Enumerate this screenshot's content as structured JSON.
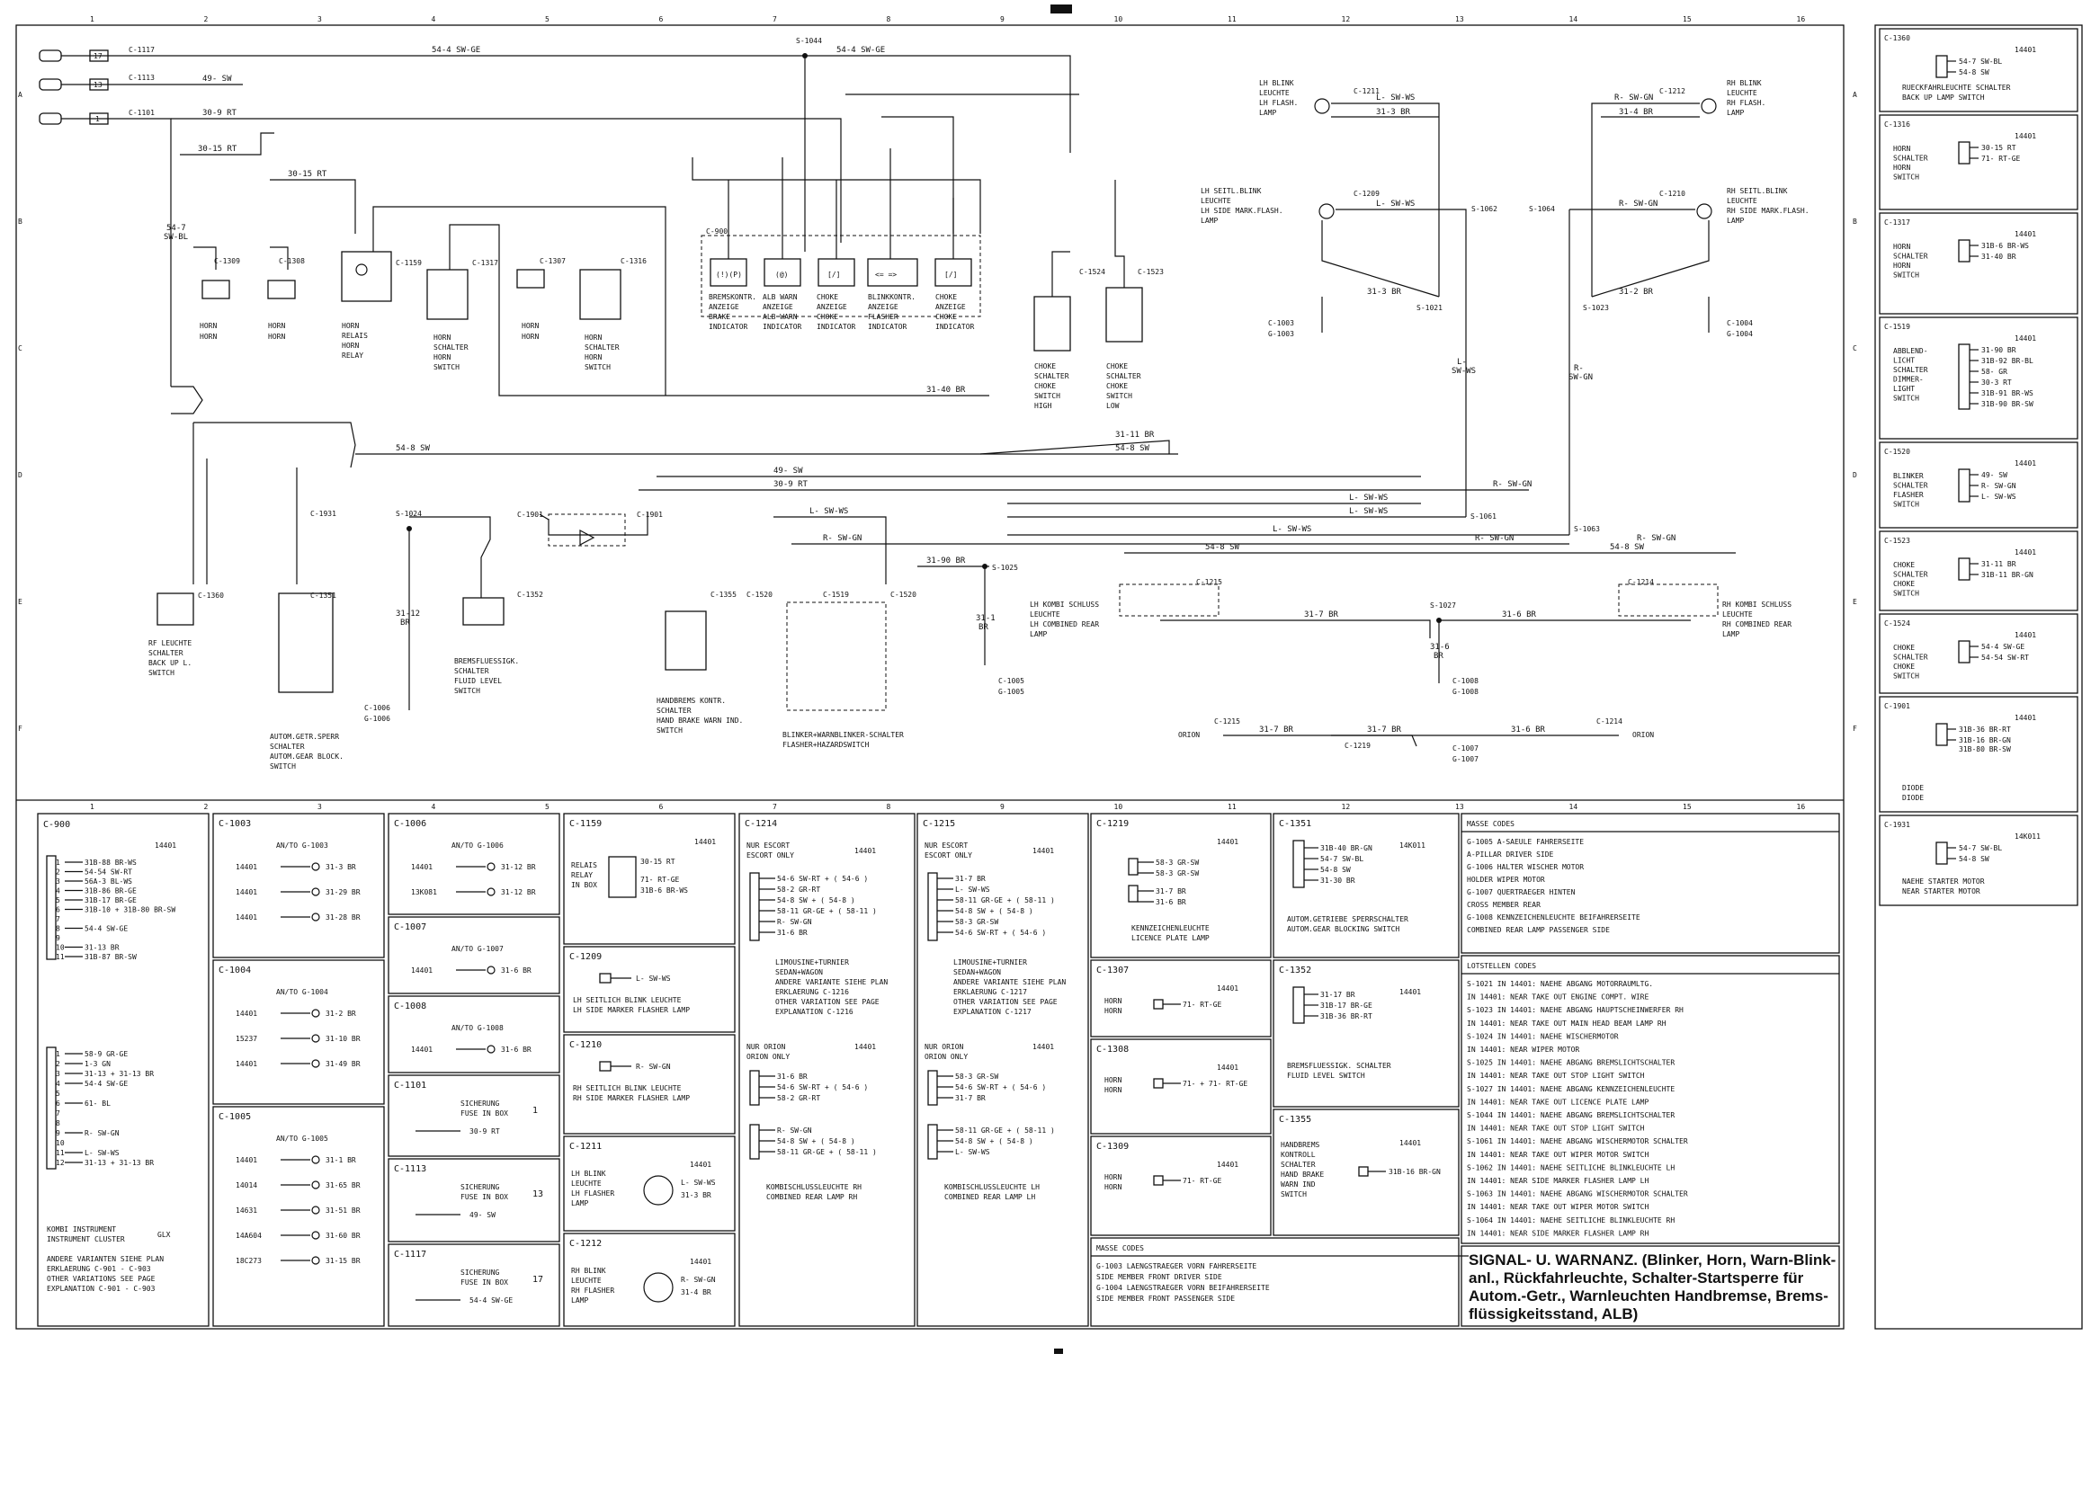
{
  "grid": {
    "cols": [
      "1",
      "2",
      "3",
      "4",
      "5",
      "6",
      "7",
      "8",
      "9",
      "10",
      "11",
      "12",
      "13",
      "14",
      "15",
      "16"
    ],
    "rows": [
      "A",
      "B",
      "C",
      "D",
      "E",
      "F"
    ]
  },
  "title_block": {
    "line1": "SIGNAL- U. WARNANZ. (Blinker, Horn, Warn-Blink-",
    "line2": "anl., Rückfahrleuchte, Schalter-Startsperre für",
    "line3": "Autom.-Getr., Warnleuchten Handbremse, Brems-",
    "line4": "flüssigkeitsstand, ALB)"
  },
  "connectors_top": [
    {
      "id": "C-1117",
      "pin": "17"
    },
    {
      "id": "C-1113",
      "pin": "13"
    },
    {
      "id": "C-1101",
      "pin": "1"
    }
  ],
  "wires_top": {
    "w1": "54-4 SW-GE",
    "w2": "49- SW",
    "w3": "30-9 RT",
    "w4": "30-15 RT",
    "w5": "30-15 RT",
    "s1044": "S-1044",
    "w6": "54-4 SW-GE"
  },
  "components": {
    "horn1": {
      "id": "C-1309",
      "label": "HORN\nHORN"
    },
    "horn2": {
      "id": "C-1308",
      "label": "HORN\nHORN"
    },
    "relay": {
      "id": "C-1159",
      "label": "HORN\nRELAIS\nHORN\nRELAY"
    },
    "horn_switch1": {
      "id": "C-1317",
      "label": "HORN\nSCHALTER\nHORN\nSWITCH"
    },
    "horn3": {
      "id": "C-1307",
      "label": "HORN\nHORN"
    },
    "horn_switch2": {
      "id": "C-1316",
      "label": "HORN\nSCHALTER\nHORN\nSWITCH"
    },
    "cluster": {
      "id": "C-900"
    },
    "choke_high": {
      "id": "C-1524",
      "label": "CHOKE\nSCHALTER\nCHOKE\nSWITCH\nHIGH"
    },
    "choke_low": {
      "id": "C-1523",
      "label": "CHOKE\nSCHALTER\nCHOKE\nSWITCH\nLOW"
    },
    "lh_blink": {
      "id": "C-1211",
      "label": "LH BLINK\nLEUCHTE\nLH FLASH.\nLAMP"
    },
    "rh_blink": {
      "id": "C-1212",
      "label": "RH BLINK\nLEUCHTE\nRH FLASH.\nLAMP"
    },
    "lh_side": {
      "id": "C-1209",
      "label": "LH SEITL.BLINK\nLEUCHTE\nLH SIDE MARK.FLASH.\nLAMP"
    },
    "rh_side": {
      "id": "C-1210",
      "label": "RH SEITL.BLINK\nLEUCHTE\nRH SIDE MARK.FLASH.\nLAMP"
    },
    "back_up": {
      "id": "C-1360",
      "label": "RF LEUCHTE\nSCHALTER\nBACK UP L.\nSWITCH"
    },
    "autom": {
      "id": "C-1351",
      "label": "AUTOM.GETR.SPERR\nSCHALTER\nAUTOM.GEAR BLOCK.\nSWITCH"
    },
    "brake_fluid": {
      "id": "C-1352",
      "label": "BREMSFLUESSIGK.\nSCHALTER\nFLUID LEVEL\nSWITCH"
    },
    "handbrake": {
      "id": "C-1355",
      "label": "HANDBREMS KONTR.\nSCHALTER\nHAND BRAKE WARN IND.\nSWITCH"
    },
    "flasher_switch": {
      "id": "C-1519",
      "label": "BLINKER+WARNBLINKER-SCHALTER\nFLASHER+HAZARDSWITCH"
    },
    "lh_rear": {
      "id": "C-1215",
      "label": "LH KOMBI SCHLUSS\nLEUCHTE\nLH COMBINED REAR\nLAMP"
    },
    "rh_rear": {
      "id": "C-1214",
      "label": "RH KOMBI SCHLUSS\nLEUCHTE\nRH COMBINED REAR\nLAMP"
    }
  },
  "indicators": [
    {
      "de": "BREMSKONTR.",
      "de2": "ANZEIGE",
      "en": "BRAKE",
      "en2": "INDICATOR"
    },
    {
      "de": "ALB WARN",
      "de2": "ANZEIGE",
      "en": "ALB WARN",
      "en2": "INDICATOR"
    },
    {
      "de": "CHOKE",
      "de2": "ANZEIGE",
      "en": "CHOKE",
      "en2": "INDICATOR"
    },
    {
      "de": "BLINKKONTR.",
      "de2": "ANZEIGE",
      "en": "FLASHER",
      "en2": "INDICATOR"
    },
    {
      "de": "CHOKE",
      "de2": "ANZEIGE",
      "en": "CHOKE",
      "en2": "INDICATOR"
    }
  ],
  "splices": [
    "S-1044",
    "S-1024",
    "S-1025",
    "S-1027",
    "S-1061",
    "S-1062",
    "S-1063",
    "S-1064",
    "S-1021",
    "S-1023"
  ],
  "grounds": {
    "g1003": "C-1003\nG-1003",
    "g1004": "C-1004\nG-1004",
    "g1006": "C-1006\nG-1006",
    "g1005": "C-1005\nG-1005",
    "g1008": "C-1008\nG-1008",
    "g1007": "C-1007\nG-1007"
  },
  "orion_line": {
    "left": "ORION",
    "right": "ORION",
    "c1215": "C-1215",
    "c1214": "C-1214",
    "c1219": "C-1219",
    "w1": "31-7 BR",
    "w2": "31-7 BR",
    "w3": "31-6 BR"
  },
  "details_bottom": {
    "c900": {
      "header": "C-900",
      "part": "14401",
      "pins": [
        "31B-88 BR-WS",
        "54-54 SW-RT",
        "56A-3 BL-WS",
        "31B-86 BR-GE",
        "31B-17 BR-GE",
        "31B-10 + 31B-80 BR-SW",
        "",
        "54-4 SW-GE",
        "",
        "31-13 BR",
        "31B-87 BR-SW"
      ],
      "pins2": [
        "58-9 GR-GE",
        "1-3 GN",
        "31-13 + 31-13 BR",
        "54-4 SW-GE",
        "",
        "61- BL",
        "",
        "",
        "R- SW-GN",
        "",
        "L- SW-WS",
        "31-13 + 31-13 BR"
      ],
      "foot1": "KOMBI INSTRUMENT",
      "foot2": "INSTRUMENT CLUSTER",
      "foot3": "GLX",
      "foot4": "ANDERE VARIANTEN SIEHE PLAN",
      "foot5": "ERKLAERUNG C-901 - C-903",
      "foot6": "OTHER VARIATIONS SEE PAGE",
      "foot7": "EXPLANATION C-901 - C-903"
    },
    "c1003": {
      "header": "C-1003",
      "sub": "AN/TO G-1003",
      "rows": [
        [
          "14401",
          "31-3 BR"
        ],
        [
          "14401",
          "31-29 BR"
        ],
        [
          "14401",
          "31-28 BR"
        ]
      ]
    },
    "c1004": {
      "header": "C-1004",
      "sub": "AN/TO G-1004",
      "rows": [
        [
          "14401",
          "31-2 BR"
        ],
        [
          "15237",
          "31-10 BR"
        ],
        [
          "14401",
          "31-49 BR"
        ]
      ]
    },
    "c1005": {
      "header": "C-1005",
      "sub": "AN/TO G-1005",
      "rows": [
        [
          "14401",
          "31-1 BR"
        ],
        [
          "14014",
          "31-65 BR"
        ],
        [
          "14631",
          "31-51 BR"
        ],
        [
          "14A604",
          "31-60 BR"
        ],
        [
          "18C273",
          "31-15 BR"
        ]
      ]
    },
    "c1006": {
      "header": "C-1006",
      "sub": "AN/TO G-1006",
      "rows": [
        [
          "14401",
          "31-12 BR"
        ],
        [
          "13K081",
          "31-12 BR"
        ]
      ]
    },
    "c1007": {
      "header": "C-1007",
      "sub": "AN/TO G-1007",
      "rows": [
        [
          "14401",
          "31-6 BR"
        ]
      ]
    },
    "c1008": {
      "header": "C-1008",
      "sub": "AN/TO G-1008",
      "rows": [
        [
          "14401",
          "31-6 BR"
        ]
      ]
    },
    "c1101": {
      "header": "C-1101",
      "l1": "SICHERUNG",
      "l2": "FUSE IN BOX",
      "num": "1",
      "w": "30-9 RT"
    },
    "c1113": {
      "header": "C-1113",
      "l1": "SICHERUNG",
      "l2": "FUSE IN BOX",
      "num": "13",
      "w": "49- SW"
    },
    "c1117": {
      "header": "C-1117",
      "l1": "SICHERUNG",
      "l2": "FUSE IN BOX",
      "num": "17",
      "w": "54-4 SW-GE"
    },
    "c1159": {
      "header": "C-1159",
      "part": "14401",
      "l": "RELAIS\nRELAY\nIN BOX",
      "w1": "30-15 RT",
      "w2": "71- RT-GE",
      "w3": "31B-6 BR-WS"
    },
    "c1209": {
      "header": "C-1209",
      "w": "L- SW-WS",
      "l1": "LH SEITLICH BLINK LEUCHTE",
      "l2": "LH SIDE MARKER FLASHER LAMP"
    },
    "c1210": {
      "header": "C-1210",
      "w": "R- SW-GN",
      "l1": "RH SEITLICH BLINK LEUCHTE",
      "l2": "RH SIDE MARKER FLASHER LAMP"
    },
    "c1211": {
      "header": "C-1211",
      "part": "14401",
      "l": "LH BLINK\nLEUCHTE\nLH FLASHER\nLAMP",
      "w1": "L- SW-WS",
      "w2": "31-3 BR"
    },
    "c1212": {
      "header": "C-1212",
      "part": "14401",
      "l": "RH BLINK\nLEUCHTE\nRH FLASHER\nLAMP",
      "w1": "R- SW-GN",
      "w2": "31-4 BR"
    },
    "c1214": {
      "header": "C-1214",
      "escort": "NUR ESCORT\nESCORT ONLY",
      "part": "14401",
      "pins": [
        "54-6 SW-RT + ( 54-6 )",
        "58-2 GR-RT",
        "54-8 SW + ( 54-8 )",
        "58-11 GR-GE + ( 58-11 )",
        "R- SW-GN",
        "31-6 BR"
      ],
      "mid": "LIMOUSINE+TURNIER\nSEDAN+WAGON\nANDERE VARIANTE SIEHE PLAN\nERKLAERUNG C-1216\nOTHER VARIATION SEE PAGE\nEXPLANATION C-1216",
      "orion": "NUR ORION\nORION ONLY",
      "opins": [
        "31-6 BR",
        "54-6 SW-RT + ( 54-6 )",
        "58-2 GR-RT"
      ],
      "opins2": [
        "R- SW-GN",
        "54-8 SW + ( 54-8 )",
        "58-11 GR-GE + ( 58-11 )"
      ],
      "foot": "KOMBISCHLUSSLEUCHTE RH\nCOMBINED REAR LAMP RH"
    },
    "c1215": {
      "header": "C-1215",
      "escort": "NUR ESCORT\nESCORT ONLY",
      "part": "14401",
      "pins": [
        "31-7 BR",
        "L- SW-WS",
        "58-11 GR-GE + ( 58-11 )",
        "54-8 SW + ( 54-8 )",
        "58-3 GR-SW",
        "54-6 SW-RT + ( 54-6 )"
      ],
      "mid": "LIMOUSINE+TURNIER\nSEDAN+WAGON\nANDERE VARIANTE SIEHE PLAN\nERKLAERUNG C-1217\nOTHER VARIATION SEE PAGE\nEXPLANATION C-1217",
      "orion": "NUR ORION\nORION ONLY",
      "opins": [
        "58-3 GR-SW",
        "54-6 SW-RT + ( 54-6 )",
        "31-7 BR"
      ],
      "opins2": [
        "58-11 GR-GE + ( 58-11 )",
        "54-8 SW + ( 54-8 )",
        "L- SW-WS"
      ],
      "foot": "KOMBISCHLUSSLEUCHTE LH\nCOMBINED REAR LAMP LH"
    },
    "c1219": {
      "header": "C-1219",
      "part": "14401",
      "pins": [
        "58-3 GR-SW",
        "58-3 GR-SW",
        "31-7 BR",
        "31-6 BR"
      ],
      "foot": "KENNZEICHENLEUCHTE\nLICENCE PLATE LAMP"
    },
    "c1307": {
      "header": "C-1307",
      "part": "14401",
      "l": "HORN\nHORN",
      "w": "71- RT-GE"
    },
    "c1308": {
      "header": "C-1308",
      "part": "14401",
      "l": "HORN\nHORN",
      "w": "71- + 71- RT-GE"
    },
    "c1309": {
      "header": "C-1309",
      "part": "14401",
      "l": "HORN\nHORN",
      "w": "71- RT-GE"
    },
    "c1351": {
      "header": "C-1351",
      "part": "14K011",
      "pins": [
        "31B-40 BR-GN",
        "54-7 SW-BL",
        "54-8 SW",
        "31-30 BR"
      ],
      "foot": "AUTOM.GETRIEBE SPERRSCHALTER\nAUTOM.GEAR BLOCKING SWITCH"
    },
    "c1352": {
      "header": "C-1352",
      "part": "14401",
      "pins": [
        "31-17 BR",
        "31B-17 BR-GE",
        "31B-36 BR-RT"
      ],
      "foot": "BREMSFLUESSIGK. SCHALTER\nFLUID LEVEL  SWITCH"
    },
    "c1355": {
      "header": "C-1355",
      "part": "14401",
      "l": "HANDBREMS\nKONTROLL\nSCHALTER\nHAND BRAKE\nWARN IND\nSWITCH",
      "w": "31B-16 BR-GN"
    },
    "masse_codes_1": {
      "header": "MASSE CODES",
      "rows": [
        "G-1003 LAENGSTRAEGER VORN FAHRERSEITE",
        "             SIDE MEMBER FRONT DRIVER SIDE",
        "G-1004 LAENGSTRAEGER VORN BEIFAHRERSEITE",
        "             SIDE MEMBER FRONT PASSENGER SIDE"
      ]
    },
    "masse_codes_2": {
      "header": "MASSE CODES",
      "rows": [
        "G-1005 A-SAEULE FAHRERSEITE",
        "           A-PILLAR DRIVER SIDE",
        "G-1006 HALTER WISCHER MOTOR",
        "           HOLDER WIPER MOTOR",
        "G-1007 QUERTRAEGER HINTEN",
        "           CROSS MEMBER REAR",
        "G-1008 KENNZEICHENLEUCHTE BEIFAHRERSEITE",
        "           COMBINED REAR LAMP PASSENGER SIDE"
      ]
    },
    "lotstellen": {
      "header": "LOTSTELLEN CODES",
      "rows": [
        "S-1021 IN 14401: NAEHE ABGANG MOTORRAUMLTG.",
        "           IN 14401: NEAR TAKE OUT ENGINE COMPT. WIRE",
        "S-1023 IN 14401: NAEHE ABGANG HAUPTSCHEINWERFER RH",
        "           IN 14401: NEAR TAKE OUT MAIN HEAD BEAM LAMP RH",
        "S-1024 IN 14401: NAEHE WISCHERMOTOR",
        "           IN 14401: NEAR WIPER MOTOR",
        "S-1025 IN 14401: NAEHE ABGANG BREMSLICHTSCHALTER",
        "           IN 14401: NEAR TAKE OUT STOP LIGHT SWITCH",
        "S-1027 IN 14401: NAEHE ABGANG KENNZEICHENLEUCHTE",
        "           IN 14401: NEAR TAKE OUT LICENCE PLATE LAMP",
        "S-1044 IN 14401: NAEHE ABGANG BREMSLICHTSCHALTER",
        "           IN 14401: NEAR TAKE OUT STOP LIGHT SWITCH",
        "S-1061 IN 14401: NAEHE ABGANG WISCHERMOTOR SCHALTER",
        "           IN 14401: NEAR TAKE OUT WIPER MOTOR SWITCH",
        "S-1062 IN 14401: NAEHE SEITLICHE BLINKLEUCHTE LH",
        "           IN 14401: NEAR SIDE MARKER FLASHER LAMP LH",
        "S-1063 IN 14401: NAEHE ABGANG WISCHERMOTOR SCHALTER",
        "           IN 14401: NEAR TAKE OUT WIPER MOTOR SWITCH",
        "S-1064 IN 14401: NAEHE SEITLICHE BLINKLEUCHTE RH",
        "           IN 14401: NEAR SIDE MARKER FLASHER LAMP RH"
      ]
    }
  },
  "side_panel": [
    {
      "id": "C-1360",
      "part": "14401",
      "w": [
        "54-7 SW-BL",
        "54-8 SW"
      ],
      "foot": "RUECKFAHRLEUCHTE SCHALTER\nBACK UP LAMP SWITCH"
    },
    {
      "id": "C-1316",
      "part": "14401",
      "l": "HORN\nSCHALTER\nHORN\nSWITCH",
      "w": [
        "30-15 RT",
        "71- RT-GE"
      ]
    },
    {
      "id": "C-1317",
      "part": "14401",
      "l": "HORN\nSCHALTER\nHORN\nSWITCH",
      "w": [
        "31B-6 BR-WS",
        "31-40 BR"
      ]
    },
    {
      "id": "C-1519",
      "part": "14401",
      "l": "ABBLEND-\nLICHT\nSCHALTER\nDIMMER-\nLIGHT\nSWITCH",
      "w": [
        "31-90 BR",
        "31B-92 BR-BL",
        "58- GR",
        "30-3 RT",
        "31B-91 BR-WS",
        "31B-90 BR-SW"
      ]
    },
    {
      "id": "C-1520",
      "part": "14401",
      "l": "BLINKER\nSCHALTER\nFLASHER\nSWITCH",
      "w": [
        "49- SW",
        "R- SW-GN",
        "L- SW-WS"
      ]
    },
    {
      "id": "C-1523",
      "part": "14401",
      "l": "CHOKE\nSCHALTER\nCHOKE\nSWITCH",
      "w": [
        "31-11 BR",
        "31B-11 BR-GN"
      ]
    },
    {
      "id": "C-1524",
      "part": "14401",
      "l": "CHOKE\nSCHALTER\nCHOKE\nSWITCH",
      "w": [
        "54-4 SW-GE",
        "54-54 SW-RT"
      ]
    },
    {
      "id": "C-1901",
      "part": "14401",
      "w": [
        "31B-36 BR-RT",
        "31B-16 BR-GN\n31B-80 BR-SW"
      ],
      "foot": "DIODE\nDIODE"
    },
    {
      "id": "C-1931",
      "part": "14K011",
      "w": [
        "54-7 SW-BL",
        "54-8 SW"
      ],
      "foot": "NAEHE STARTER MOTOR\nNEAR STARTER MOTOR"
    }
  ]
}
